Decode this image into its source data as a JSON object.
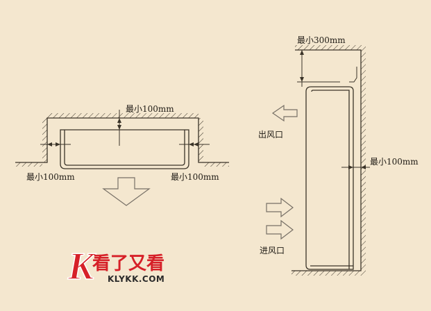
{
  "colors": {
    "background": "#f4e7cf",
    "line": "#3a3328",
    "arrow_outline": "#777066",
    "logo_red": "#d62028",
    "logo_dark": "#2a2a2a"
  },
  "labels": {
    "ceiling_gap": "最小100mm",
    "left_gap": "最小100mm",
    "right_gap": "最小100mm",
    "top_gap": "最小300mm",
    "side_gap": "最小100mm",
    "air_outlet": "出风口",
    "air_inlet": "进风口"
  },
  "logo": {
    "letter": "K",
    "chinese": "看了又看",
    "url": "KLYKK.COM"
  }
}
